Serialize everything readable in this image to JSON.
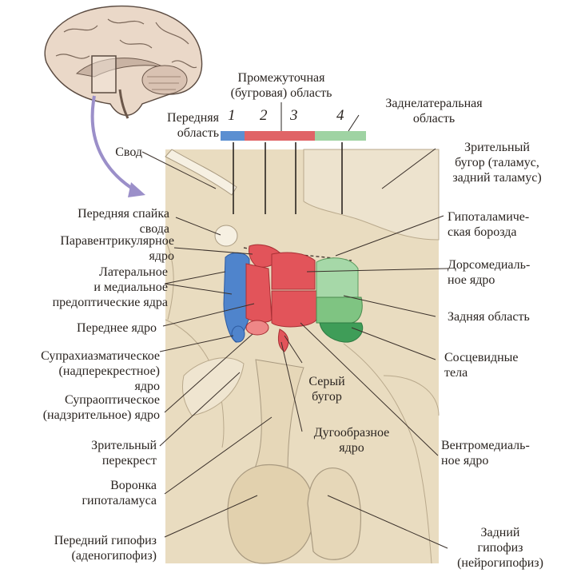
{
  "colors": {
    "anterior": "#5b8fd1",
    "tuberal": "#e06467",
    "posterior": "#9fd3a3",
    "tissue": "#e9dcc0",
    "arrow": "#9b8fc9"
  },
  "regions": {
    "tuberal": "Промежуточная\n(бугровая) область",
    "anterior": "Передняя\nобласть",
    "posterior_lateral": "Заднелатеральная\nобласть"
  },
  "section_numbers": [
    "1",
    "2",
    "3",
    "4"
  ],
  "labels": {
    "fornix": "Свод",
    "anterior_commissure": "Передняя спайка\nсвода",
    "paraventricular": "Паравентрикулярное\nядро",
    "preoptic": "Латеральное\nи медиальное\nпредоптические ядра",
    "anterior_nucleus": "Переднее ядро",
    "suprachiasmatic": "Супрахиазматическое\n(надперекрестное)\nядро",
    "supraoptic": "Супраоптическое\n(надзрительное) ядро",
    "optic_chiasm": "Зрительный\nперекрест",
    "infundibulum": "Воронка\nгипоталамуса",
    "anterior_pituitary": "Передний гипофиз\n(аденогипофиз)",
    "thalamus": "Зрительный\nбугор (таламус,\nзадний таламус)",
    "hypothalamic_sulcus": "Гипоталамиче-\nская борозда",
    "dorsomedial": "Дорсомедиаль-\nное ядро",
    "posterior_area": "Задняя область",
    "mammillary": "Сосцевидные\nтела",
    "tuber_cinereum": "Серый\nбугор",
    "arcuate": "Дугообразное\nядро",
    "ventromedial": "Вентромедиаль-\nное ядро",
    "posterior_pituitary": "Задний\nгипофиз\n(нейрогипофиз)"
  }
}
